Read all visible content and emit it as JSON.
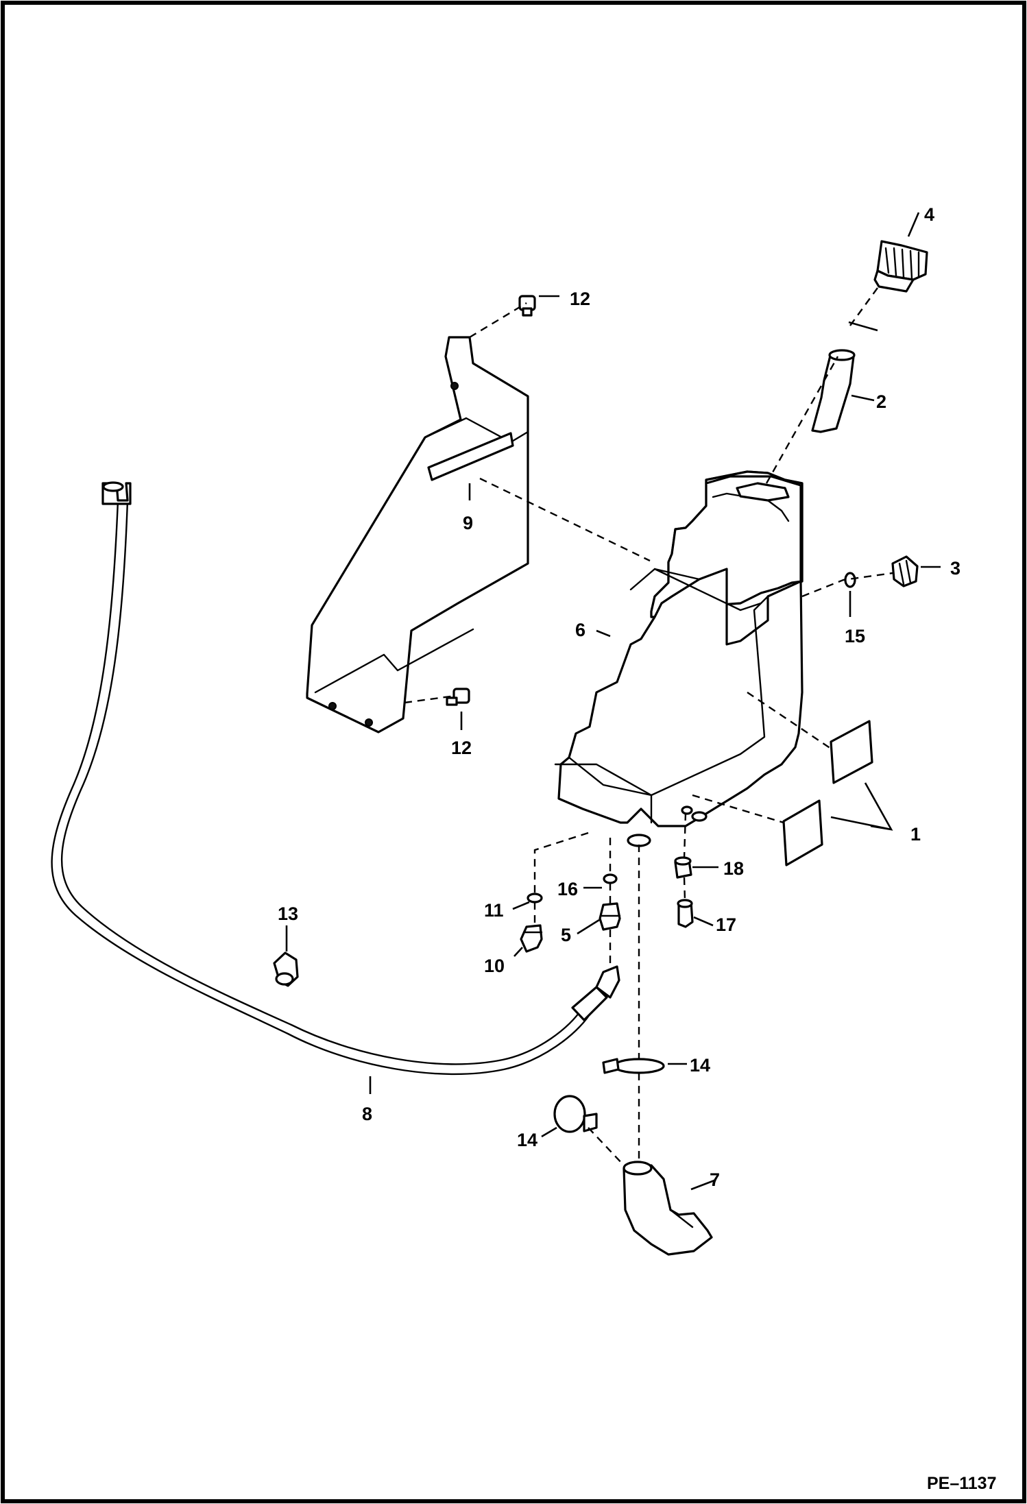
{
  "callouts": {
    "c1": "1",
    "c2": "2",
    "c3": "3",
    "c4": "4",
    "c5": "5",
    "c6": "6",
    "c7": "7",
    "c8": "8",
    "c9": "9",
    "c10": "10",
    "c11": "11",
    "c12a": "12",
    "c12b": "12",
    "c13": "13",
    "c14a": "14",
    "c14b": "14",
    "c15": "15",
    "c16": "16",
    "c17": "17",
    "c18": "18"
  },
  "figure_id": "PE–1137"
}
